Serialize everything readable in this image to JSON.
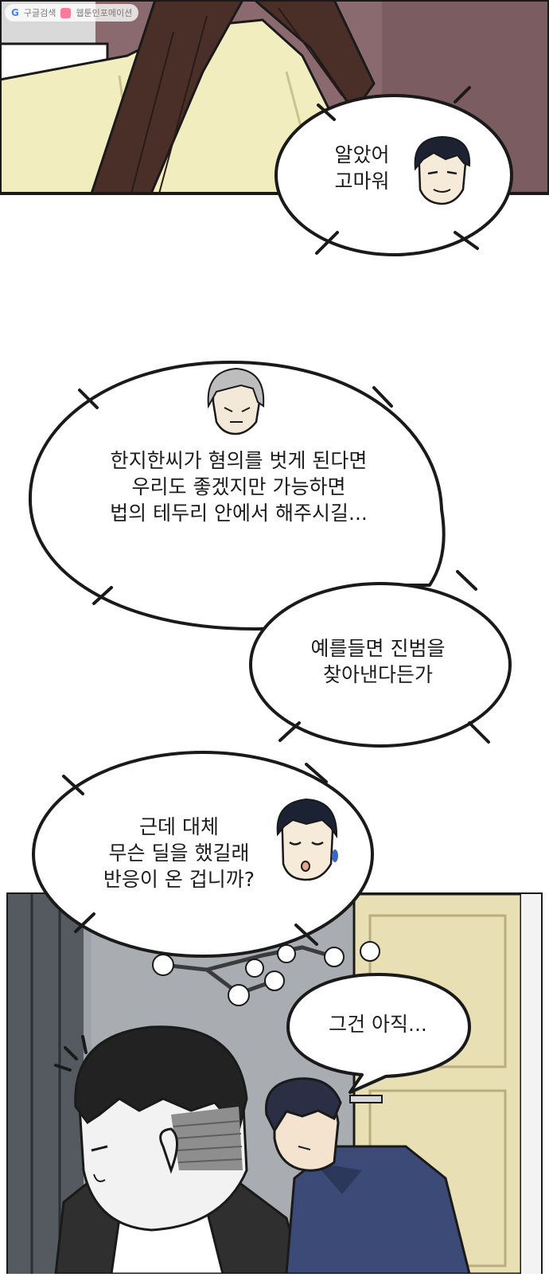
{
  "watermark": {
    "left_text": "구글검색",
    "right_text": "웹툰인포메이션",
    "google_icon": "google-g-icon",
    "webtoon_icon": "webtoon-badge-icon"
  },
  "bubbles": [
    {
      "id": "thanks",
      "lines": [
        "알았어",
        "고마워"
      ]
    },
    {
      "id": "lawful",
      "lines": [
        "한지한씨가 혐의를 벗게 된다면",
        "우리도 좋겠지만 가능하면",
        "법의 테두리 안에서 해주시길..."
      ]
    },
    {
      "id": "culprit",
      "lines": [
        "예를들면 진범을",
        "찾아낸다든가"
      ]
    },
    {
      "id": "deal",
      "lines": [
        "근데 대체",
        "무슨 딜을 했길래",
        "반응이 온 겁니까?"
      ]
    },
    {
      "id": "notyet",
      "lines": [
        "그건 아직..."
      ]
    }
  ],
  "colors": {
    "outline": "#1a1a1a",
    "jacket_yellow": "#f1edbf",
    "hair_brown": "#4a2f28",
    "wall_mauve": "#8a6a6e",
    "door_cream": "#e9dfb4",
    "hoodie_navy": "#3c4a78",
    "room_gray": "#b9b9b9"
  }
}
